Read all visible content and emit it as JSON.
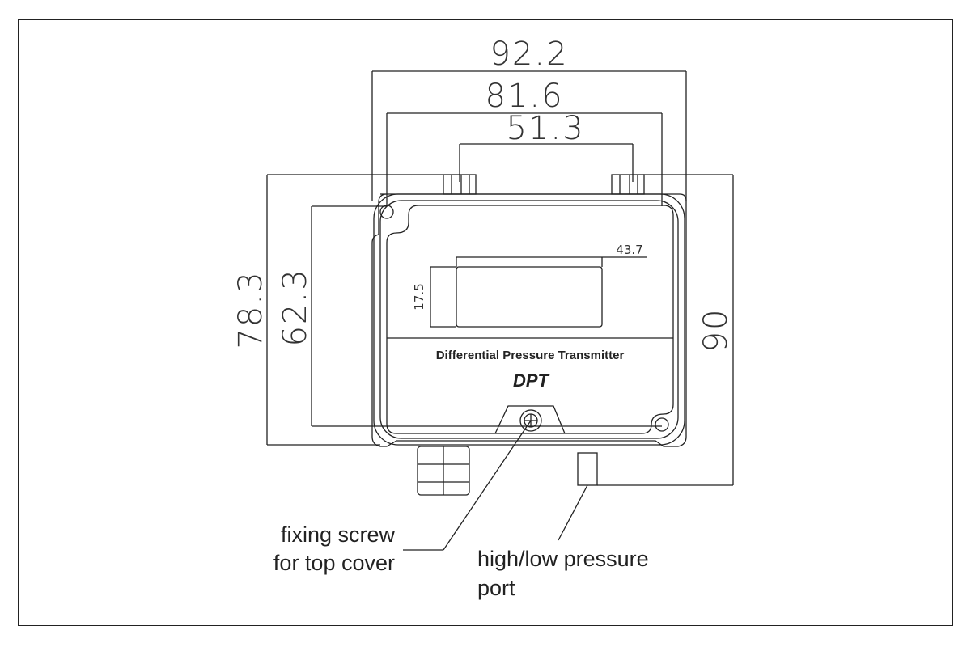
{
  "dimensions": {
    "overall_width": "92.2",
    "mount_hole_spacing": "81.6",
    "port_spacing": "51.3",
    "display_width": "43.7",
    "display_height": "17.5",
    "body_height": "78.3",
    "mount_hole_vertical": "62.3",
    "total_height": "90"
  },
  "labels": {
    "product_name": "Differential Pressure Transmitter",
    "model": "DPT"
  },
  "callouts": {
    "screw_line1": "fixing screw",
    "screw_line2": "for top cover",
    "port_line1": "high/low pressure",
    "port_line2": "port"
  }
}
